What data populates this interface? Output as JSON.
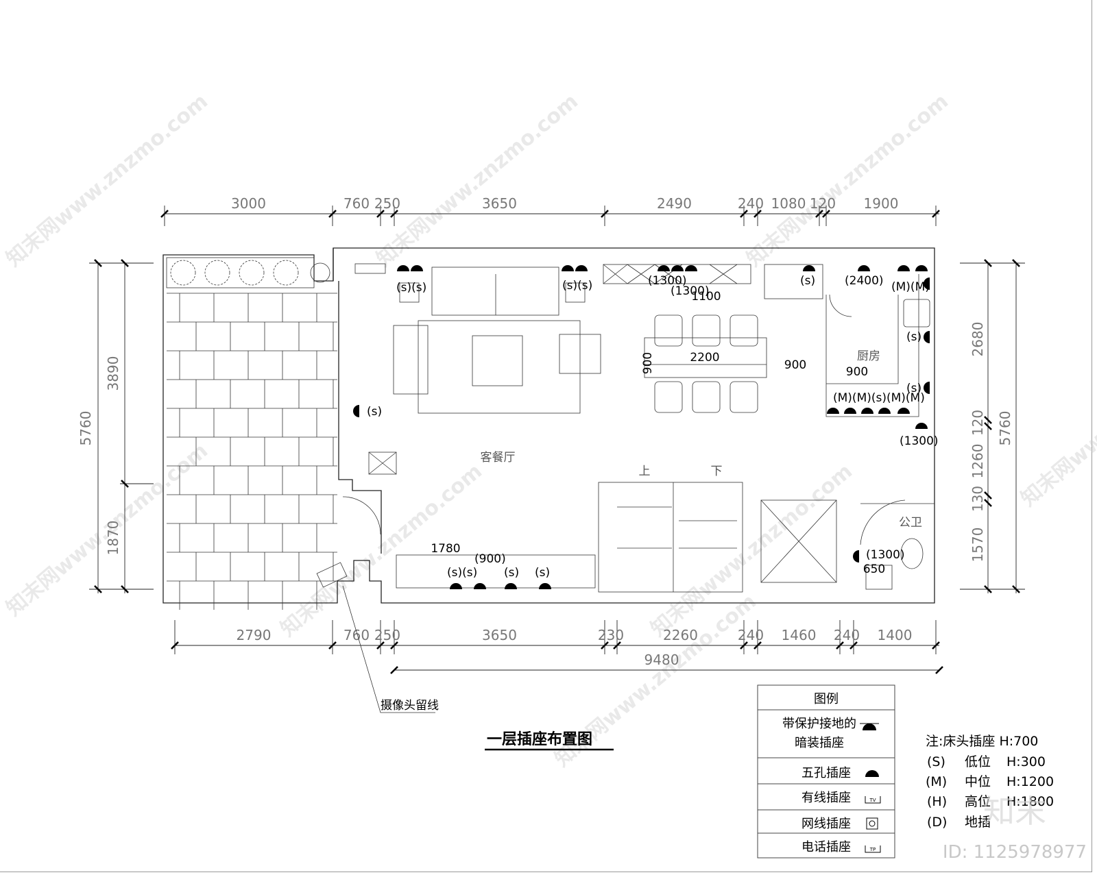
{
  "title": "一层插座布置图",
  "top_dims": [
    "3000",
    "760",
    "250",
    "3650",
    "2490",
    "240",
    "1080",
    "120",
    "1900"
  ],
  "bottom_dims": [
    "2790",
    "760",
    "250",
    "3650",
    "230",
    "2260",
    "240",
    "1460",
    "240",
    "1400"
  ],
  "total_dim": "9480",
  "left_dims": {
    "total": "5760",
    "upper": "3890",
    "lower": "1870"
  },
  "right_dims": {
    "total": "5760",
    "d1": "2680",
    "d2": "120",
    "d3": "1260",
    "d4": "130",
    "d5": "1570"
  },
  "rooms": {
    "living": "客餐厅",
    "kitchen": "厨房",
    "wc": "公卫",
    "up": "上",
    "down": "下"
  },
  "inner_dims": {
    "table_w": "2200",
    "table_h": "900",
    "kitchen_w": "900",
    "counter": "900",
    "wall_1780": "1780",
    "sink_650": "650",
    "w_1100": "1100"
  },
  "sockets": {
    "s1": "(s)(s)",
    "s2": "(s)(s)",
    "h1": "(1300)",
    "h2": "(1300)",
    "s3": "(s)",
    "h3": "(2400)",
    "m1": "(M)(M)",
    "s4": "(s)",
    "s5": "(s)",
    "row": "(M)(M)(s)(M)(M)",
    "h4": "(1300)",
    "s6": "(s)",
    "h5": "(900)",
    "s7": "(s)(s)",
    "s8": "(s)",
    "s9": "(s)",
    "h6": "(1300)"
  },
  "camera_note": "摄像头留线",
  "legend": {
    "title": "图例",
    "items": [
      {
        "label": "带保护接地的",
        "label2": "暗装插座",
        "icon": "grounded-socket-icon"
      },
      {
        "label": "五孔插座",
        "icon": "five-hole-socket-icon"
      },
      {
        "label": "有线插座",
        "icon": "tv-socket-icon",
        "code": "TV"
      },
      {
        "label": "网线插座",
        "icon": "network-socket-icon"
      },
      {
        "label": "电话插座",
        "icon": "phone-socket-icon",
        "code": "TP"
      }
    ]
  },
  "notes": {
    "head": "注:床头插座 H:700",
    "s": [
      "(S)",
      "低位",
      "H:300"
    ],
    "m": [
      "(M)",
      "中位",
      "H:1200"
    ],
    "h": [
      "(H)",
      "高位",
      "H:1800"
    ],
    "d": [
      "(D)",
      "地插"
    ]
  },
  "watermark": {
    "text": "知末网www.znzmo.com",
    "brand": "知末",
    "id": "ID: 1125978977"
  }
}
